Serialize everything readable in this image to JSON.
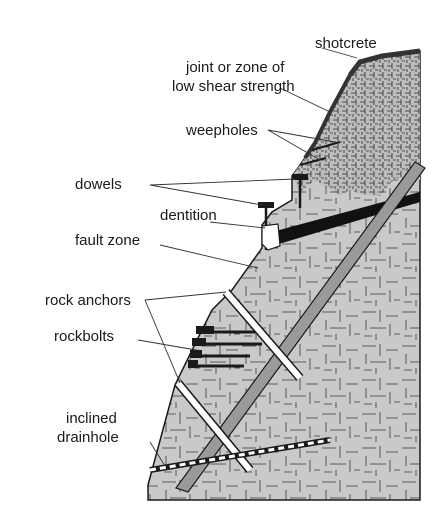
{
  "labels": {
    "shotcrete": "shotcrete",
    "joint_line1": "joint or zone of",
    "joint_line2": "low shear strength",
    "weepholes": "weepholes",
    "dowels": "dowels",
    "dentition": "dentition",
    "fault_zone": "fault zone",
    "rock_anchors": "rock anchors",
    "rockbolts": "rockbolts",
    "drainhole_line1": "inclined",
    "drainhole_line2": "drainhole"
  },
  "colors": {
    "rock_fill": "#c8c8c8",
    "shotcrete": "#333333",
    "weak_band": "#111111",
    "fault_zone": "#9a9a9a",
    "ink": "#1a1a1a"
  }
}
